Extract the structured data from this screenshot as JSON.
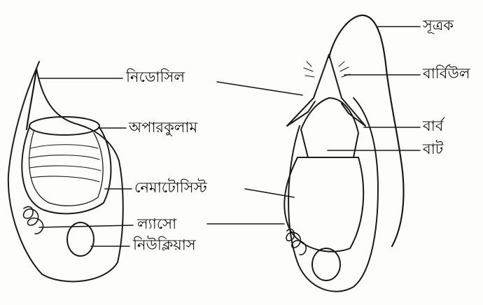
{
  "labels": {
    "nidosil": "নিডোসিল",
    "operculum": "অপারকুলাম",
    "nematocyst": "নেমাটোসিস্ট",
    "lasso": "ল্যাসো",
    "nucleus": "নিউক্লিয়াস",
    "sutrak": "সূত্রক",
    "barbule": "বার্বিউল",
    "barb": "বার্ব",
    "butt": "বাট"
  }
}
